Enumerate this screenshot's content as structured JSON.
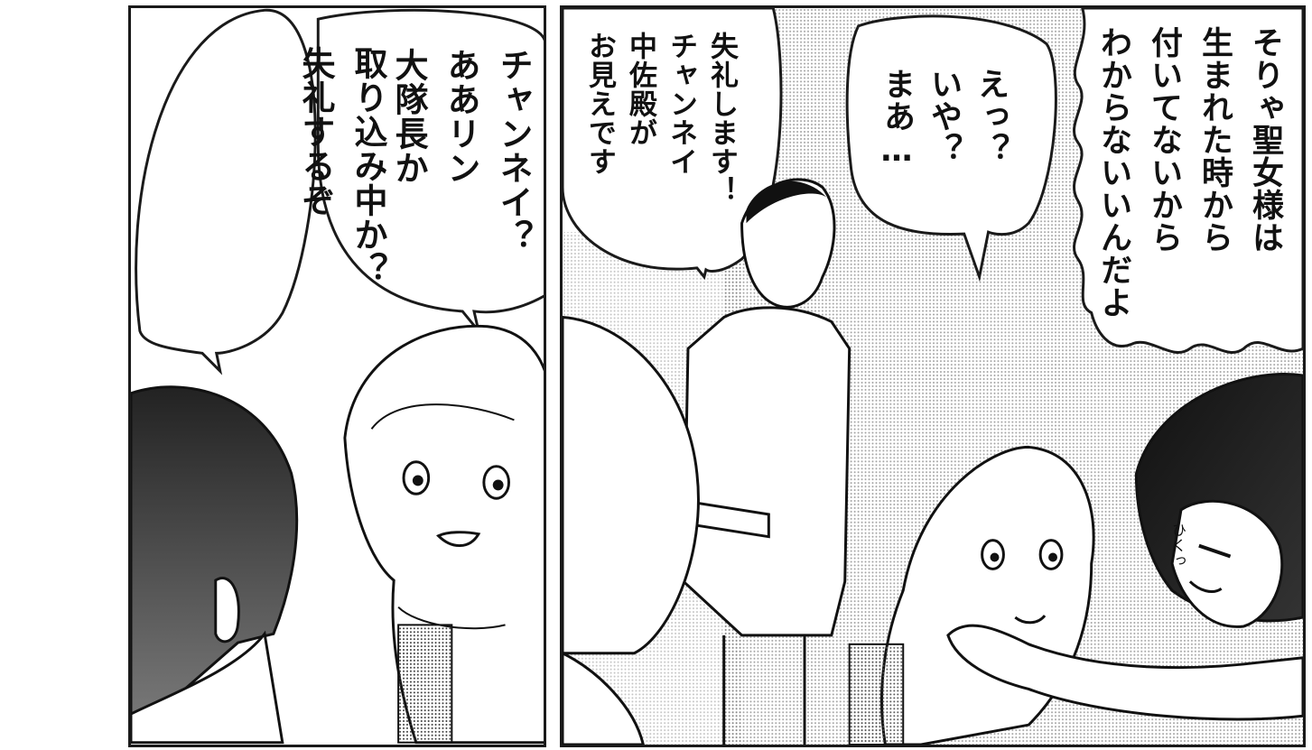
{
  "panels": {
    "left": {
      "bubbles": [
        {
          "id": "left-1",
          "text": "取り込み中か？\n失礼するぞ"
        },
        {
          "id": "left-2",
          "text": "チャンネイ？\nああリン\n大隊長か"
        }
      ]
    },
    "right": {
      "bubbles": [
        {
          "id": "right-1",
          "text": "失礼します！\nチャンネイ\n中佐殿が\nお見えです"
        },
        {
          "id": "right-2",
          "text": "えっ？\nいや？\nまあ…"
        },
        {
          "id": "right-3",
          "text": "そりゃ聖女様は\n生まれた時から\n付いてないから\nわからないいんだよ"
        }
      ]
    },
    "sfx": {
      "sweat_mark": "ひくっ"
    }
  },
  "colors": {
    "ink": "#111111",
    "tone": "#bdbdbd",
    "paper": "#ffffff"
  }
}
